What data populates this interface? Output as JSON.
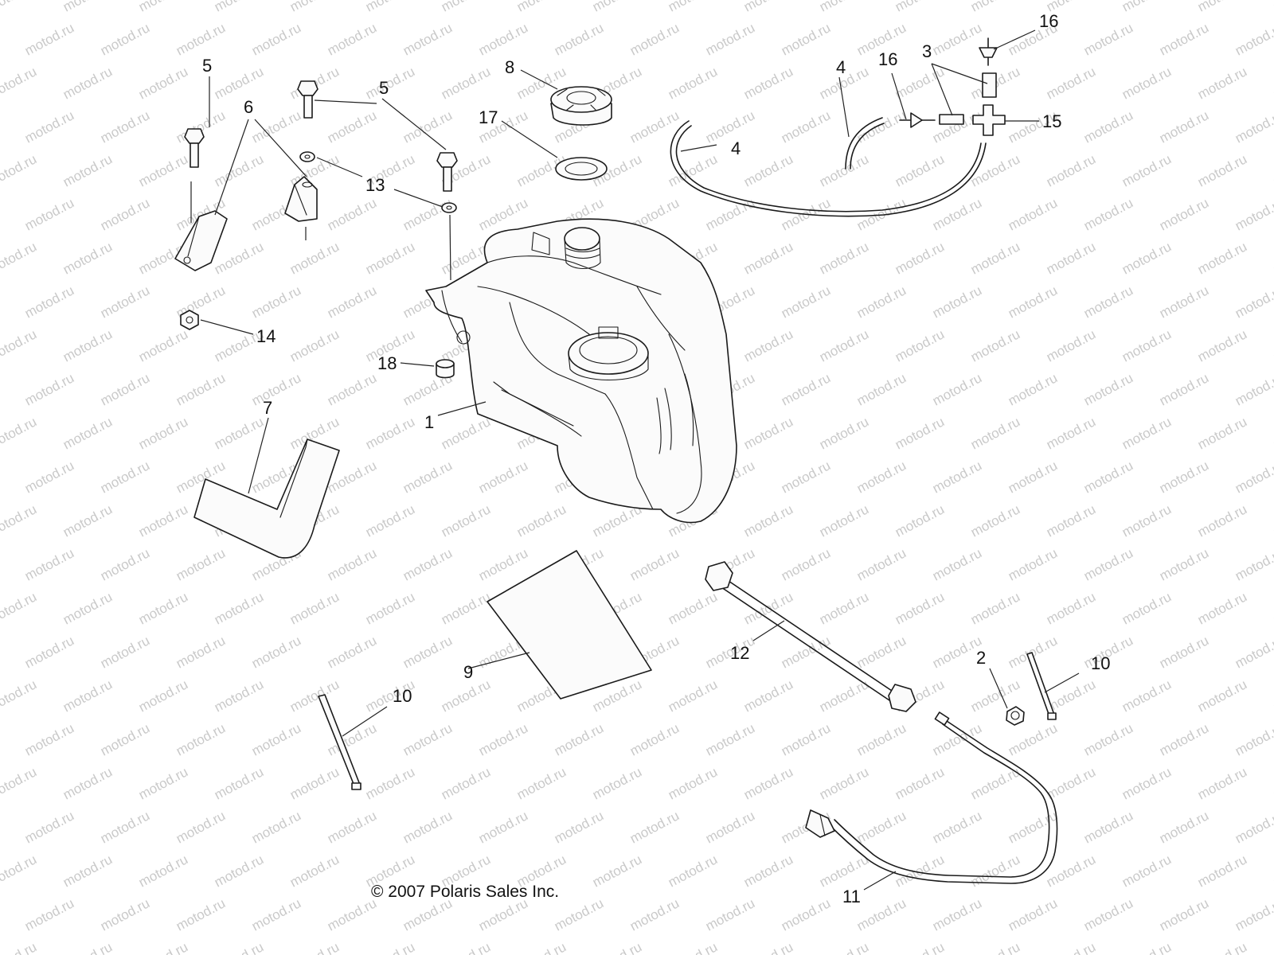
{
  "watermark": "motod.ru",
  "copyright": "© 2007 Polaris Sales Inc.",
  "callouts": {
    "c1": "1",
    "c2": "2",
    "c3": "3",
    "c4a": "4",
    "c4b": "4",
    "c5a": "5",
    "c5b": "5",
    "c6": "6",
    "c7": "7",
    "c8": "8",
    "c9": "9",
    "c10a": "10",
    "c10b": "10",
    "c11": "11",
    "c12": "12",
    "c13": "13",
    "c14": "14",
    "c15": "15",
    "c16a": "16",
    "c16b": "16",
    "c17": "17",
    "c18": "18"
  }
}
